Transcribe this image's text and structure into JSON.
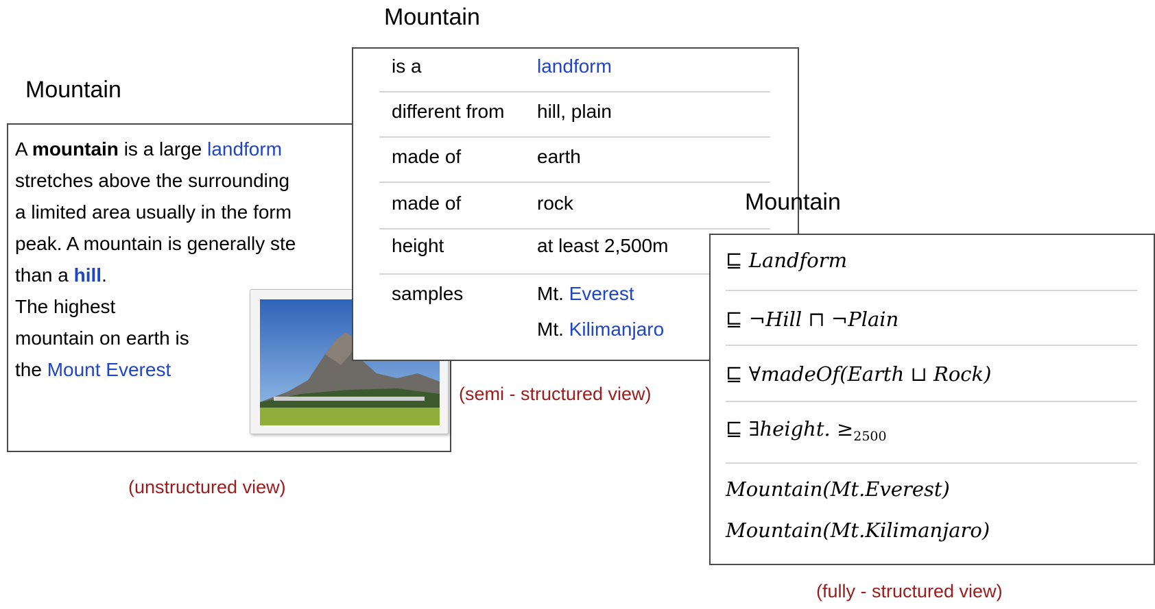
{
  "unstructured": {
    "title": "Mountain",
    "text_lines": [
      {
        "before": " A ",
        "bold": "mountain",
        "middle": " is a large ",
        "link": "landform"
      },
      "stretches above the surrounding",
      "a limited area usually in the form",
      "peak. A mountain is generally ste"
    ],
    "hill_line": {
      "before": "than a ",
      "bold_link": "hill",
      "after": "."
    },
    "highest_lines": [
      "The highest",
      "mountain on earth is"
    ],
    "everest_line": {
      "before": "the ",
      "link": "Mount Everest"
    },
    "caption": "(unstructured view)"
  },
  "semi": {
    "title": "Mountain",
    "rows": [
      {
        "key": "is a",
        "value": "landform"
      },
      {
        "key": "different from",
        "value": "hill, plain"
      },
      {
        "key": "made of",
        "value": "earth"
      },
      {
        "key": "made of",
        "value": "rock"
      },
      {
        "key": "height",
        "value": "at least 2,500m"
      },
      {
        "key": "samples",
        "value_prefix": "Mt. ",
        "value_link": "Everest",
        "value2_prefix": "Mt. ",
        "value2_link": "Kilimanjaro"
      }
    ],
    "caption": "(semi - structured view)"
  },
  "full": {
    "title": "Mountain",
    "axioms": [
      {
        "op": "⊑",
        "expr": "Landform"
      },
      {
        "op": "⊑",
        "expr": "¬Hill ⊓ ¬Plain"
      },
      {
        "op": "⊑",
        "expr": "∀madeOf(Earth ⊔ Rock)"
      },
      {
        "op": "⊑",
        "expr": "∃height. ≥",
        "sub": "2500"
      }
    ],
    "assertions": [
      "Mountain(Mt.Everest)",
      "Mountain(Mt.Kilimanjaro)"
    ],
    "caption": "(fully - structured view)"
  },
  "colors": {
    "link": "#1f45c8",
    "caption": "#9b1c1c",
    "border": "#4a4a4a",
    "divider": "#d6d6d6"
  }
}
